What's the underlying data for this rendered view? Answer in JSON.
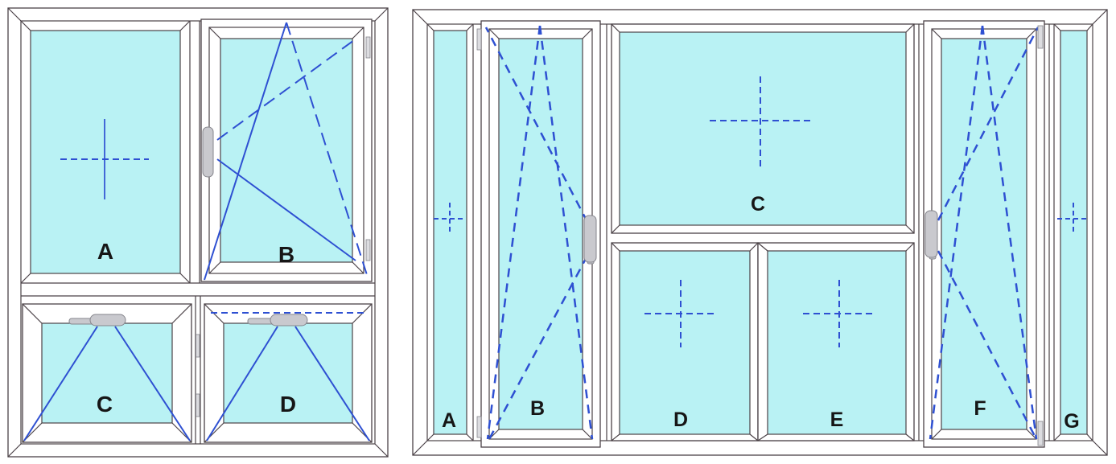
{
  "colors": {
    "background": "#ffffff",
    "glass": "#b9f2f4",
    "frame_fill": "#ffffff",
    "frame_stroke": "#4b4247",
    "line_blue": "#2e50d2",
    "label": "#161616",
    "handle_fill": "#c9c9ce",
    "handle_stroke": "#85858c"
  },
  "left_window": {
    "description": "four-pane window elevation diagram",
    "panes": [
      {
        "label": "A",
        "type": "fixed",
        "symbol": "cross"
      },
      {
        "label": "B",
        "type": "tilt-and-turn",
        "handle": "left",
        "hinge": "right"
      },
      {
        "label": "C",
        "type": "top-hung",
        "handle": "top"
      },
      {
        "label": "D",
        "type": "top-hung",
        "handle": "top",
        "symbol": "dashed-top-hinge-line"
      }
    ]
  },
  "right_window": {
    "description": "seven-pane window elevation diagram",
    "panes": [
      {
        "label": "A",
        "type": "fixed",
        "symbol": "cross"
      },
      {
        "label": "B",
        "type": "tilt-and-turn",
        "handle": "right",
        "hinge": "left"
      },
      {
        "label": "C",
        "type": "fixed",
        "symbol": "cross"
      },
      {
        "label": "D",
        "type": "fixed",
        "symbol": "cross"
      },
      {
        "label": "E",
        "type": "fixed",
        "symbol": "cross"
      },
      {
        "label": "F",
        "type": "tilt-and-turn",
        "handle": "left",
        "hinge": "right"
      },
      {
        "label": "G",
        "type": "fixed",
        "symbol": "cross"
      }
    ]
  }
}
